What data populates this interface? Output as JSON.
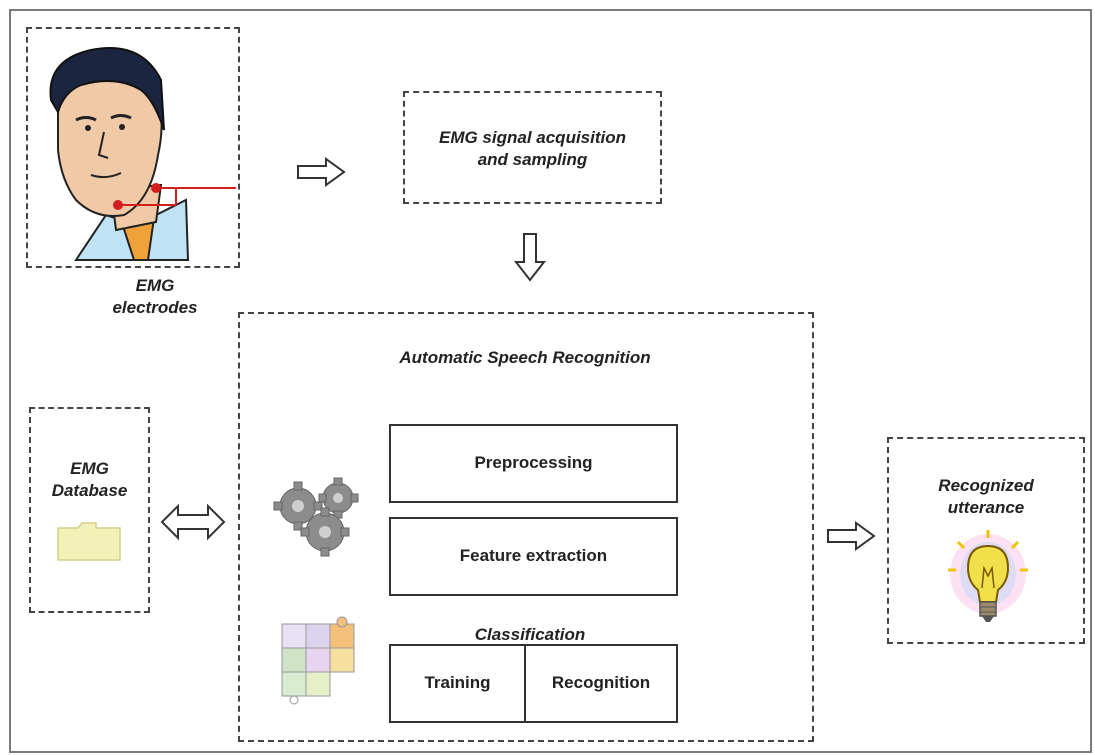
{
  "labels": {
    "electrodes_line1": "EMG",
    "electrodes_line2": "electrodes",
    "acquisition_line1": "EMG signal acquisition",
    "acquisition_line2": "and sampling",
    "asr_title": "Automatic Speech Recognition",
    "database_line1": "EMG",
    "database_line2": "Database",
    "preprocessing": "Preprocessing",
    "feature_extraction": "Feature extraction",
    "classification": "Classification",
    "training": "Training",
    "recognition": "Recognition",
    "result_line1": "Recognized",
    "result_line2": "utterance"
  },
  "icons": {
    "face": "face-with-electrodes-icon",
    "gears": "gears-icon",
    "puzzle": "puzzle-icon",
    "folder": "folder-icon",
    "bulb": "light-bulb-icon"
  },
  "colors": {
    "skin": "#f0c9a6",
    "hair": "#1c2540",
    "shirt": "#bfe3f5",
    "electrode": "#d11f1f",
    "gear": "#8c8c8c",
    "folder": "#f3f0b8",
    "bulb": "#f2e04a"
  }
}
